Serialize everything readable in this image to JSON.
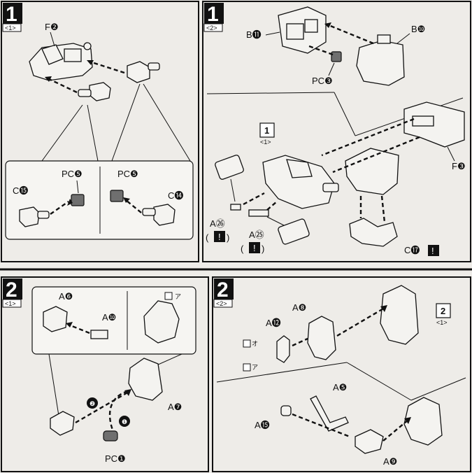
{
  "panels": {
    "p1_1": {
      "step": "1",
      "sub": "<1>",
      "labels": {
        "f2": "F❷",
        "pc_e_left": "PC❺",
        "pc_e_right": "PC❺",
        "c15": "C⓯",
        "c14": "C⓮"
      }
    },
    "p1_2": {
      "step": "1",
      "sub": "<2>",
      "labels": {
        "b11": "B⓫",
        "b10": "B❿",
        "pc_c": "PC❸",
        "ref_step": "1",
        "ref_sub": "<1>",
        "f3": "F❸",
        "a26": "A㉖",
        "a25": "A㉕",
        "c17": "C⓱",
        "paren_open": "(",
        "paren_close": ")",
        "warn": "!"
      }
    },
    "p2_1": {
      "step": "2",
      "sub": "<1>",
      "labels": {
        "a6": "A❻",
        "a10": "A❿",
        "a7": "A❼",
        "pc1": "PC❶",
        "num1": "❶",
        "num2": "❷",
        "mark_a": "ア"
      }
    },
    "p2_2": {
      "step": "2",
      "sub": "<2>",
      "labels": {
        "a8": "A❽",
        "a12": "A⓬",
        "a5": "A❺",
        "a15": "A⓯",
        "a9": "A❾",
        "ref_step": "2",
        "ref_sub": "<1>",
        "mark_o": "オ",
        "mark_a": "ア"
      }
    }
  }
}
